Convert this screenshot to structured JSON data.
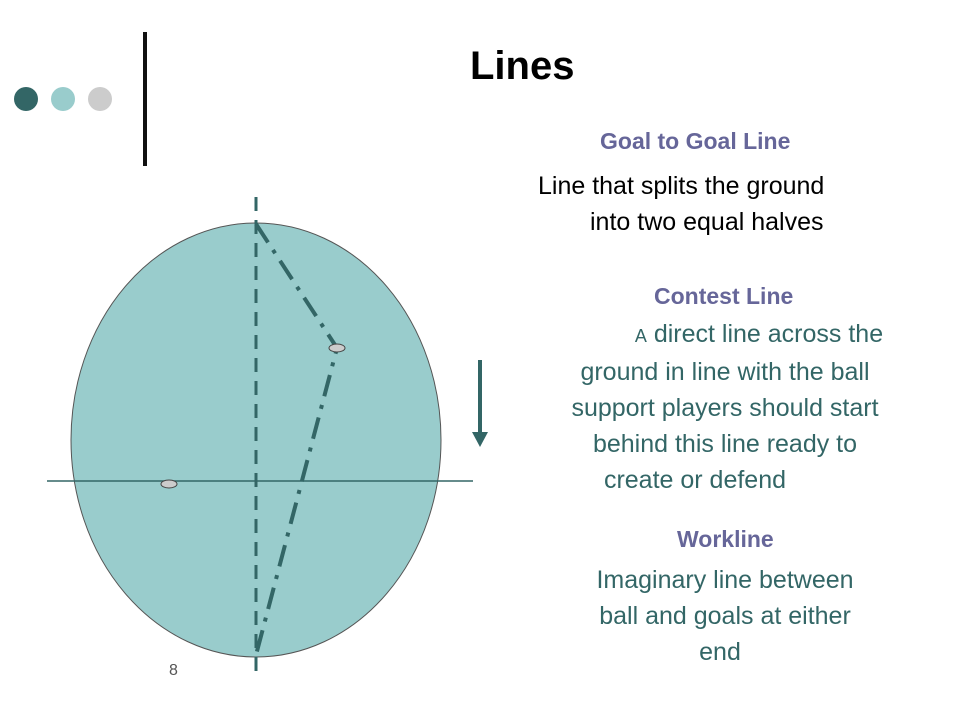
{
  "slide": {
    "title": "Lines",
    "number": "8"
  },
  "colors": {
    "dot_dark": "#336666",
    "dot_teal": "#99CCCC",
    "dot_grey": "#CCCCCC",
    "field_fill": "#99CCCC",
    "line_dark": "#336666",
    "heading_purple": "#666699",
    "body_teal": "#336666"
  },
  "sections": {
    "goal_to_goal": {
      "heading": "Goal to Goal Line",
      "line1": "Line that splits the ground",
      "line2": "into two equal halves"
    },
    "contest": {
      "heading": "Contest Line",
      "prefix": "A",
      "line1": " direct line across the",
      "line2": "ground in line with the ball",
      "line3": "support players should start",
      "line4": "behind this line ready to",
      "line5": "create or defend"
    },
    "workline": {
      "heading": "Workline",
      "line1": "Imaginary line between",
      "line2": "ball and goals at either",
      "line3": "end"
    }
  },
  "icons": {
    "arrow": "arrow-down-icon"
  }
}
